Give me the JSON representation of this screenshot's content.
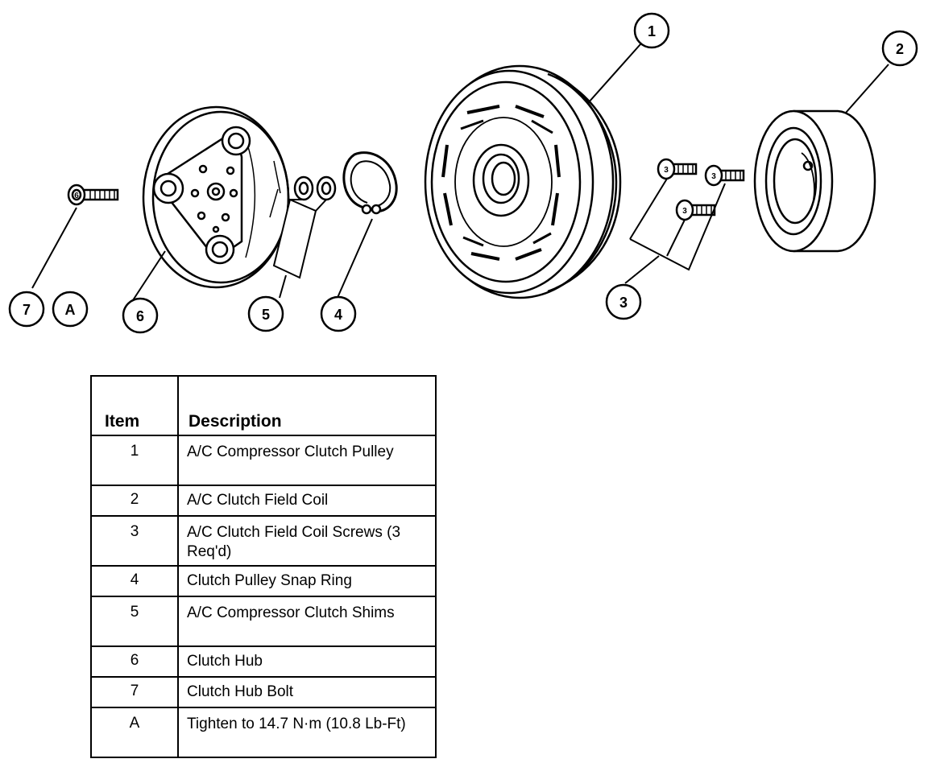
{
  "callouts": [
    "1",
    "2",
    "3",
    "4",
    "5",
    "6",
    "7",
    "A"
  ],
  "screw_labels": [
    "3",
    "3",
    "3",
    "6"
  ],
  "table": {
    "headers": {
      "item": "Item",
      "description": "Description"
    },
    "rows": [
      {
        "item": "1",
        "description": "A/C Compressor Clutch Pulley"
      },
      {
        "item": "2",
        "description": "A/C Clutch Field Coil"
      },
      {
        "item": "3",
        "description": "A/C Clutch Field Coil Screws (3 Req'd)"
      },
      {
        "item": "4",
        "description": "Clutch Pulley Snap Ring"
      },
      {
        "item": "5",
        "description": "A/C Compressor Clutch Shims"
      },
      {
        "item": "6",
        "description": "Clutch Hub"
      },
      {
        "item": "7",
        "description": "Clutch Hub Bolt"
      },
      {
        "item": "A",
        "description": "Tighten to 14.7 N·m (10.8 Lb-Ft)"
      }
    ]
  }
}
